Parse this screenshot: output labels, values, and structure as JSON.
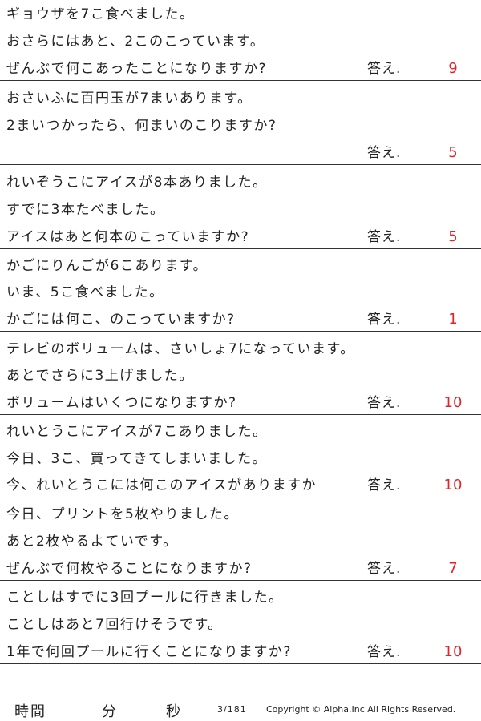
{
  "answer_label": "答え.",
  "problems": [
    {
      "lines": [
        "ギョウザを7こ食べました。",
        "おさらにはあと、2このこっています。",
        "ぜんぶで何こあったことになりますか?"
      ],
      "answer": "9"
    },
    {
      "lines": [
        "おさいふに百円玉が7まいあります。",
        "2まいつかったら、何まいのこりますか?",
        ""
      ],
      "answer": "5"
    },
    {
      "lines": [
        "れいぞうこにアイスが8本ありました。",
        "すでに3本たべました。",
        "アイスはあと何本のこっていますか?"
      ],
      "answer": "5"
    },
    {
      "lines": [
        "かごにりんごが6こあります。",
        "いま、5こ食べました。",
        "かごには何こ、のこっていますか?"
      ],
      "answer": "1"
    },
    {
      "lines": [
        "テレビのボリュームは、さいしょ7になっています。",
        "あとでさらに3上げました。",
        "ボリュームはいくつになりますか?"
      ],
      "answer": "10"
    },
    {
      "lines": [
        "れいとうこにアイスが7こありました。",
        "今日、3こ、買ってきてしまいました。",
        "今、れいとうこには何このアイスがありますか"
      ],
      "answer": "10"
    },
    {
      "lines": [
        "今日、プリントを5枚やりました。",
        "あと2枚やるよていです。",
        "ぜんぶで何枚やることになりますか?"
      ],
      "answer": "7"
    },
    {
      "lines": [
        "ことしはすでに3回プールに行きました。",
        "ことしはあと7回行けそうです。",
        "1年で何回プールに行くことになりますか?"
      ],
      "answer": "10"
    }
  ],
  "footer": {
    "time_label": "時間",
    "minutes_label": "分",
    "seconds_label": "秒",
    "page": "3/181",
    "copyright": "Copyright ©  Alpha.Inc All Rights Reserved."
  }
}
